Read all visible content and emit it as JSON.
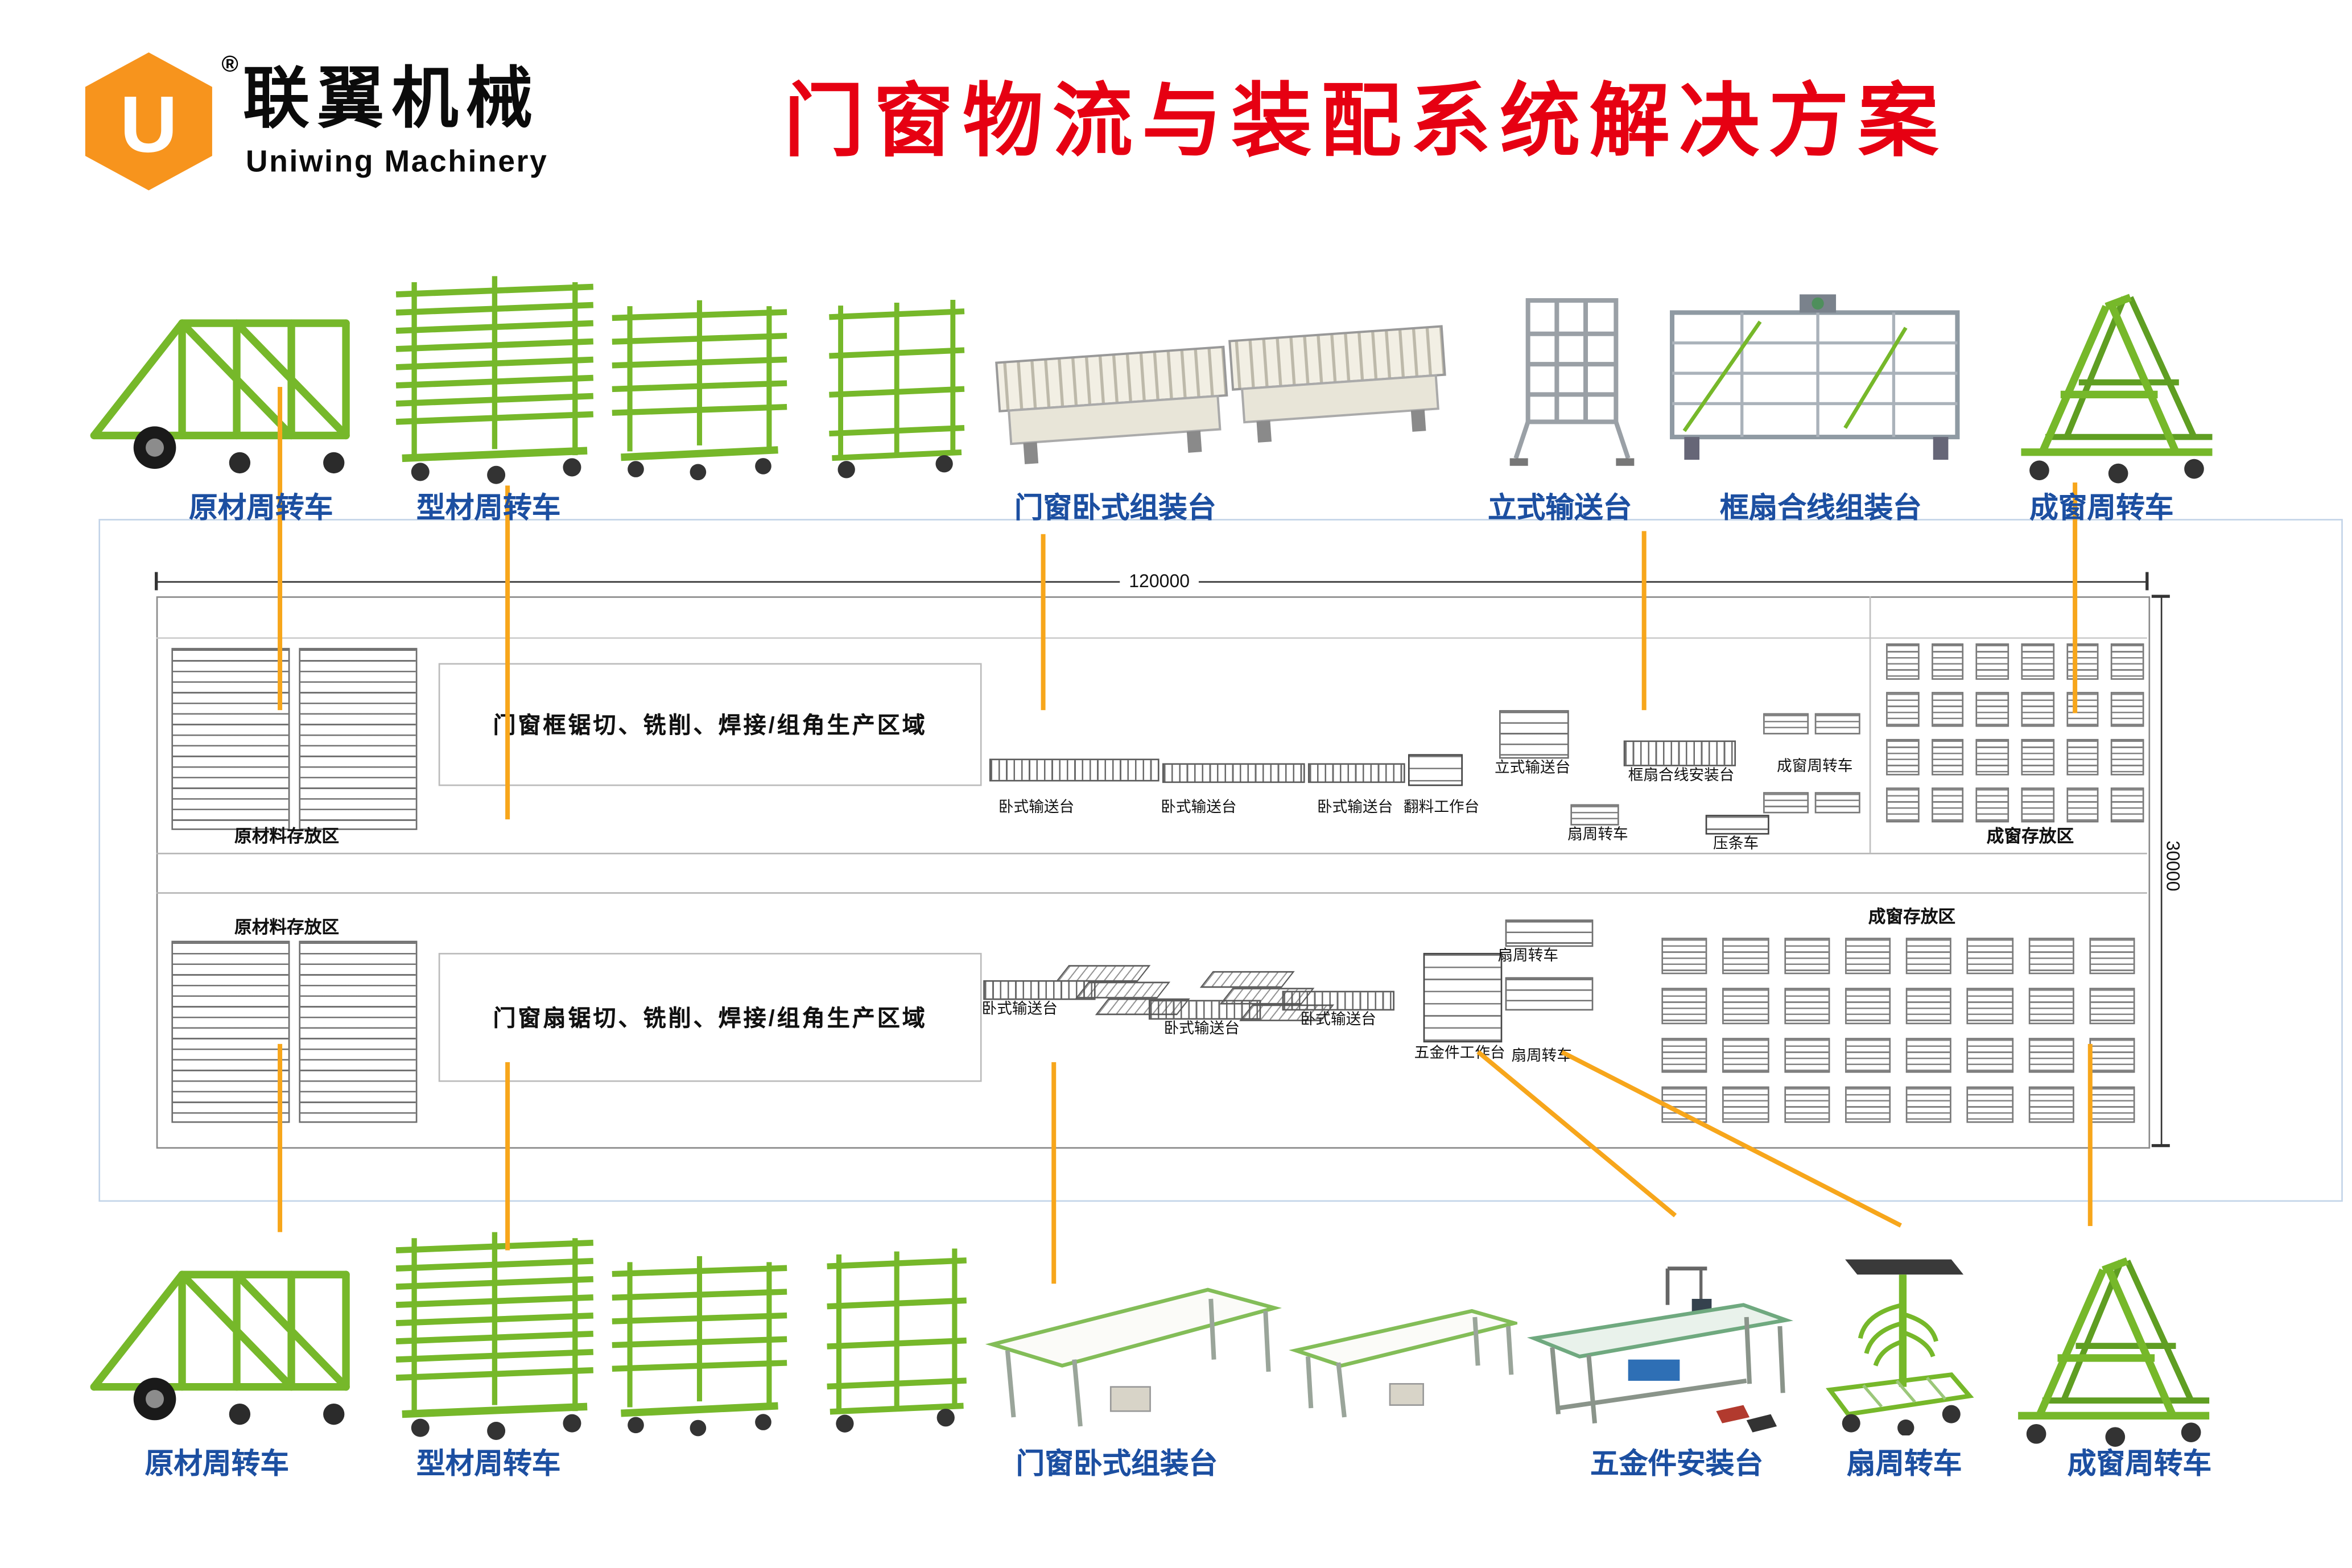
{
  "header": {
    "logo": {
      "letter": "U",
      "registered": "®"
    },
    "brand_cn": "联翼机械",
    "brand_en": "Uniwing Machinery",
    "title": "门窗物流与装配系统解决方案"
  },
  "top_equipment": [
    {
      "label": "原材周转车"
    },
    {
      "label": "型材周转车"
    },
    {
      "label": "门窗卧式组装台"
    },
    {
      "label": "立式输送台"
    },
    {
      "label": "框扇合线组装台"
    },
    {
      "label": "成窗周转车"
    }
  ],
  "bottom_equipment": [
    {
      "label": "原材周转车"
    },
    {
      "label": "型材周转车"
    },
    {
      "label": "门窗卧式组装台"
    },
    {
      "label": "五金件安装台"
    },
    {
      "label": "扇周转车"
    },
    {
      "label": "成窗周转车"
    }
  ],
  "floor_plan": {
    "dim_top": "120000",
    "dim_right": "30000",
    "raw_storage_top": "原材料存放区",
    "raw_storage_bottom": "原材料存放区",
    "finished_storage_top": "成窗存放区",
    "finished_storage_bottom": "成窗存放区",
    "frame_zone": "门窗框锯切、铣削、焊接/组角生产区域",
    "sash_zone": "门窗扇锯切、铣削、焊接/组角生产区域",
    "top_labels": [
      "卧式输送台",
      "卧式输送台",
      "卧式输送台",
      "翻料工作台",
      "立式输送台",
      "框扇合线安装台",
      "扇周转车",
      "压条车",
      "成窗周转车"
    ],
    "bottom_labels": [
      "卧式输送台",
      "卧式输送台",
      "卧式输送台",
      "扇周转车",
      "五金件工作台",
      "扇周转车"
    ]
  },
  "colors": {
    "title_red": "#E60012",
    "label_blue": "#1C4FA1",
    "equipment_green": "#76B82A",
    "connector_orange": "#F7A61B",
    "logo_orange": "#F7941D"
  }
}
